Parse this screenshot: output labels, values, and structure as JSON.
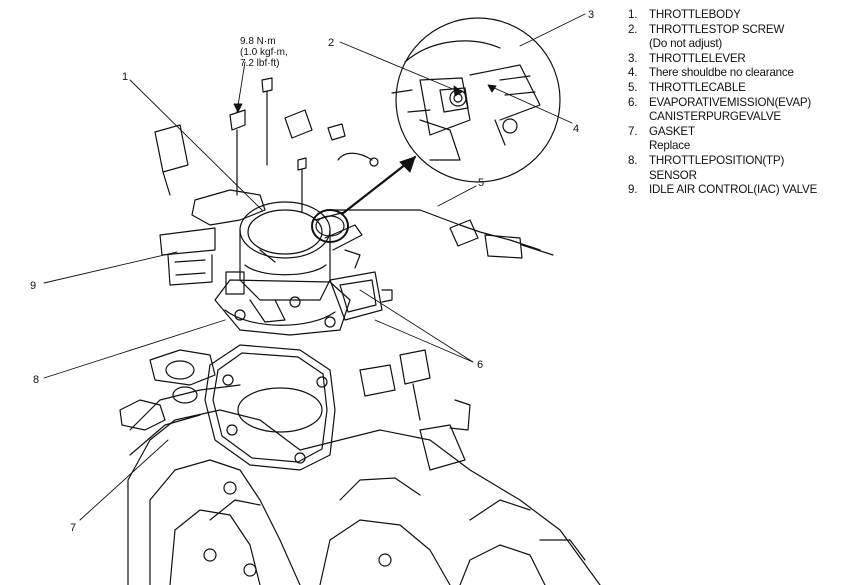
{
  "torque_spec": [
    "9.8 N·m",
    "(1.0 kgf·m,",
    "7.2 lbf·ft)"
  ],
  "callouts": [
    "1",
    "2",
    "3",
    "4",
    "5",
    "6",
    "7",
    "8",
    "9"
  ],
  "legend": [
    {
      "num": "1.",
      "text": "THROTTLEBODY",
      "sub": ""
    },
    {
      "num": "2.",
      "text": "THROTTLESTOP SCREW",
      "sub": "(Do not adjust)"
    },
    {
      "num": "3.",
      "text": "THROTTLELEVER",
      "sub": ""
    },
    {
      "num": "4.",
      "text": "There shouldbe no clearance",
      "sub": ""
    },
    {
      "num": "5.",
      "text": "THROTTLECABLE",
      "sub": ""
    },
    {
      "num": "6.",
      "text": "EVAPORATIVEMISSION(EVAP)",
      "sub": "CANISTERPURGEVALVE"
    },
    {
      "num": "7.",
      "text": "GASKET",
      "sub": "Replace"
    },
    {
      "num": "8.",
      "text": "THROTTLEPOSITION(TP)",
      "sub": "SENSOR"
    },
    {
      "num": "9.",
      "text": "IDLE AIR CONTROL(IAC) VALVE",
      "sub": ""
    }
  ]
}
